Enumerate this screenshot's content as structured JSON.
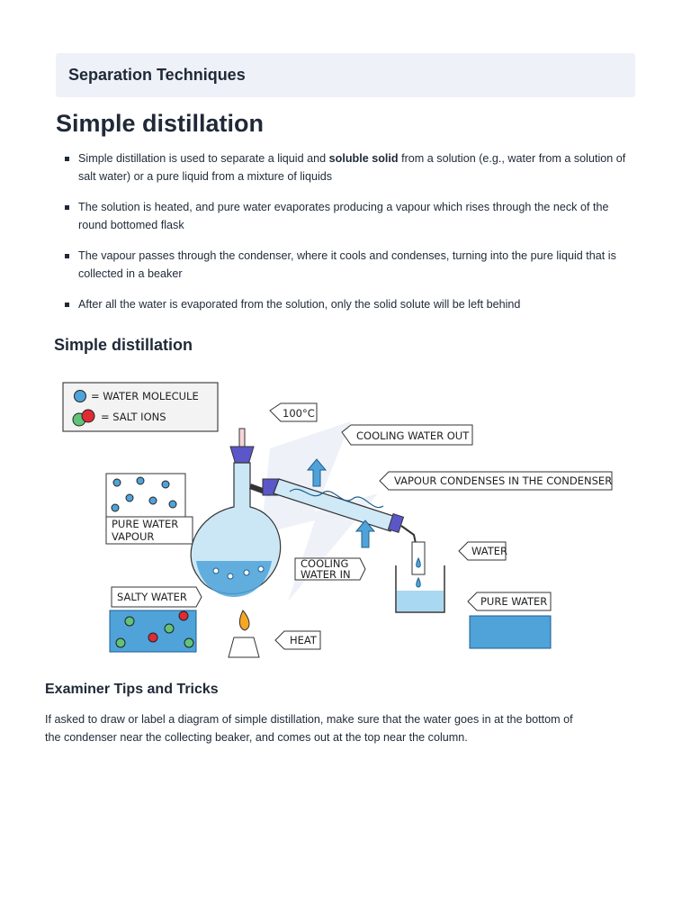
{
  "header": {
    "section_title": "Separation Techniques"
  },
  "main": {
    "title": "Simple distillation",
    "bullets": [
      {
        "pre": "Simple distillation is used to separate a liquid and ",
        "bold": "soluble solid",
        "post": " from a solution (e.g., water from a solution of salt water) or a pure liquid from a mixture of liquids"
      },
      {
        "text": "The solution is heated, and pure water evaporates producing a vapour which rises through the neck of the round bottomed flask"
      },
      {
        "text": "The vapour passes through the condenser, where it cools and condenses, turning into the pure liquid that is collected in a beaker"
      },
      {
        "text": "After all the water is evaporated from the solution, only the solid solute will be left behind"
      }
    ]
  },
  "diagram": {
    "heading": "Simple distillation",
    "legend": {
      "water": "= WATER  MOLECULE",
      "salt": "= SALT  IONS"
    },
    "labels": {
      "temperature": "100°C",
      "cooling_out": "COOLING WATER OUT",
      "condenses": "VAPOUR CONDENSES IN THE CONDENSER",
      "pure_vapour_1": "PURE WATER",
      "pure_vapour_2": "VAPOUR",
      "cooling_in_1": "COOLING",
      "cooling_in_2": "WATER IN",
      "water": "WATER",
      "salty_water": "SALTY WATER",
      "pure_water": "PURE WATER",
      "heat": "HEAT"
    },
    "colors": {
      "water": "#4fa3d9",
      "salt_red": "#e02b35",
      "salt_green": "#63c27a",
      "liquid": "#a9d8f2"
    }
  },
  "tips": {
    "heading": "Examiner Tips and Tricks",
    "text": "If asked to draw or label a diagram of simple distillation, make sure that the water goes in at the bottom of the condenser near the collecting beaker, and comes out at the top near the column."
  }
}
